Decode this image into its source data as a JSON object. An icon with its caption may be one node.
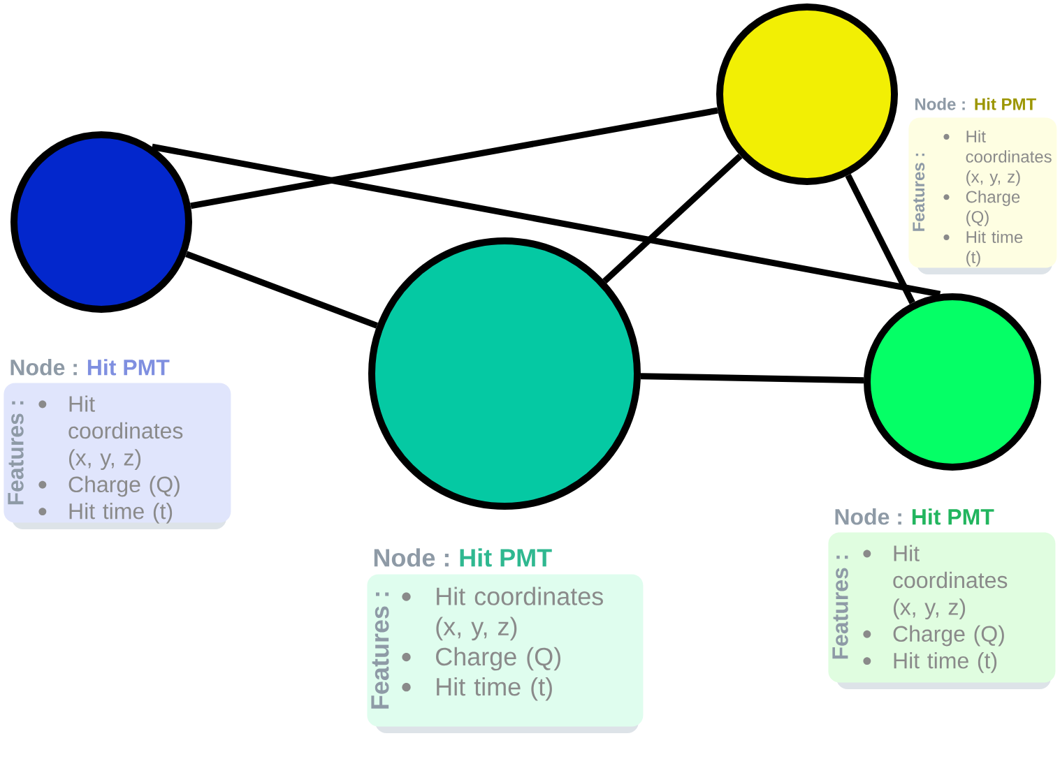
{
  "diagram": {
    "nodes": [
      {
        "text": [],
        "shape": "circle"
      },
      {
        "text": [],
        "shape": "circle"
      },
      {
        "text": [],
        "shape": "circle"
      },
      {
        "text": [],
        "shape": "circle"
      },
      {
        "text": [
          "Node :",
          "Hit PMT",
          "Features :",
          "Hit coordinates (x, y, z)",
          "Charge (Q)",
          "Hit time (t)"
        ]
      },
      {
        "text": [
          "Node :",
          "Hit PMT",
          "Features :",
          "Hit coordinates (x, y, z)",
          "Charge (Q)",
          "Hit time (t)"
        ]
      },
      {
        "text": [
          "Node :",
          "Hit PMT",
          "Features :",
          "Hit coordinates (x, y, z)",
          "Charge (Q)",
          "Hit time (t)"
        ]
      },
      {
        "text": [
          "Node :",
          "Hit PMT",
          "Features :",
          "Hit coordinates (x, y, z)",
          "Charge (Q)",
          "Hit time (t)"
        ]
      }
    ],
    "edges": [
      {
        "from": 0,
        "to": 2,
        "arrow": "none"
      },
      {
        "from": 0,
        "to": 3,
        "arrow": "none"
      },
      {
        "from": 0,
        "to": 1,
        "arrow": "none"
      },
      {
        "from": 1,
        "to": 2,
        "arrow": "none"
      },
      {
        "from": 1,
        "to": 3,
        "arrow": "none"
      },
      {
        "from": 2,
        "to": 3,
        "arrow": "none"
      }
    ]
  }
}
